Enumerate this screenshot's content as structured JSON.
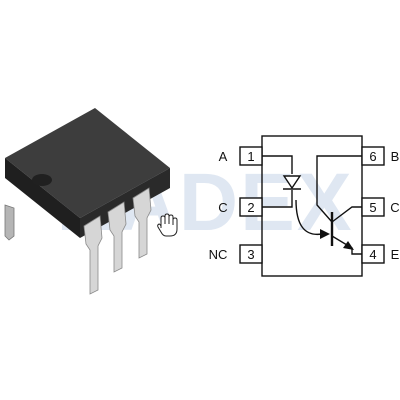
{
  "watermark": "HADEX",
  "pins_left": [
    {
      "num": "1",
      "label": "A"
    },
    {
      "num": "2",
      "label": "C"
    },
    {
      "num": "3",
      "label": "NC"
    }
  ],
  "pins_right": [
    {
      "num": "6",
      "label": "B"
    },
    {
      "num": "5",
      "label": "C"
    },
    {
      "num": "4",
      "label": "E"
    }
  ]
}
